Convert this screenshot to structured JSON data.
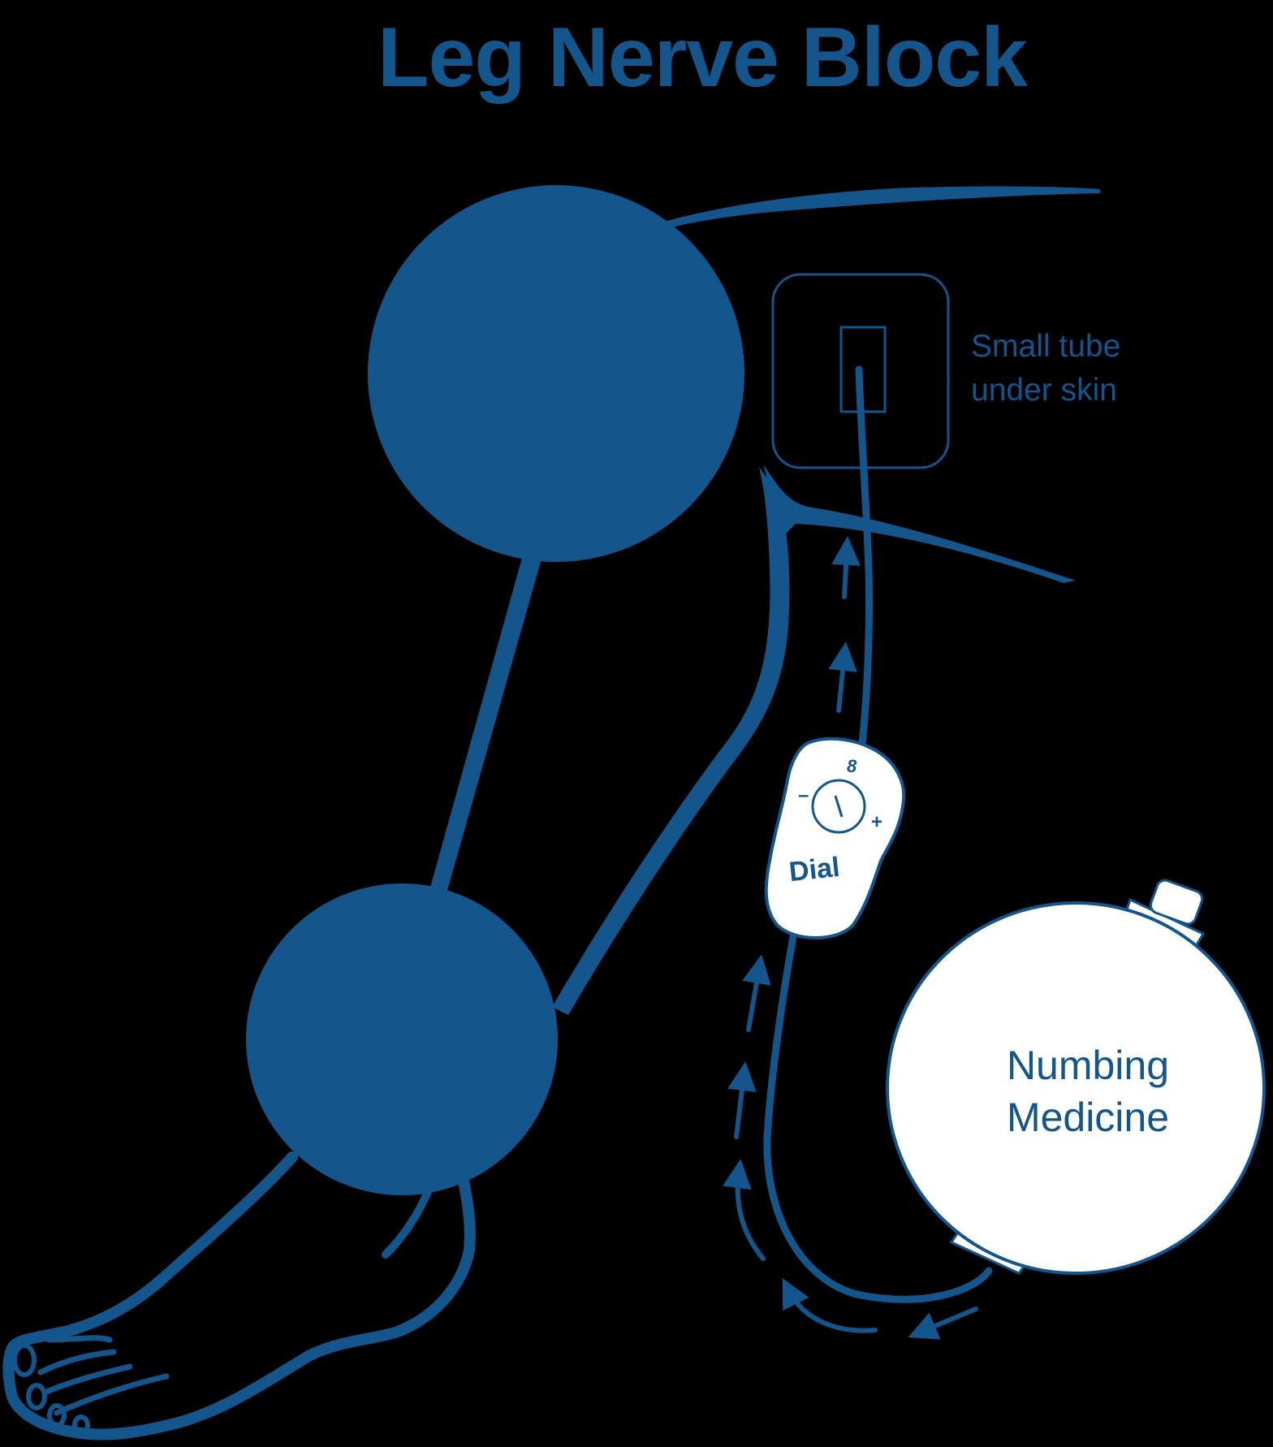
{
  "title": "Leg Nerve Block",
  "colors": {
    "background": "#000000",
    "primary": "#14558c",
    "device_fill": "#ffffff"
  },
  "labels": {
    "catheter_site": [
      "Small tube",
      "under skin"
    ],
    "dial": {
      "label": "Dial",
      "setting": "8",
      "minus": "–",
      "plus": "+"
    },
    "pump": [
      "Numbing",
      "Medicine"
    ]
  },
  "diagram": {
    "components": [
      {
        "name": "nerve-site-upper",
        "type": "filled-circle"
      },
      {
        "name": "nerve-site-lower",
        "type": "filled-circle"
      },
      {
        "name": "catheter-dressing",
        "type": "rounded-square"
      },
      {
        "name": "flow-control-dial",
        "type": "device"
      },
      {
        "name": "medicine-pump-ball",
        "type": "circle"
      }
    ],
    "flow_direction": "pump → tubing → dial → catheter (upward arrows)"
  }
}
